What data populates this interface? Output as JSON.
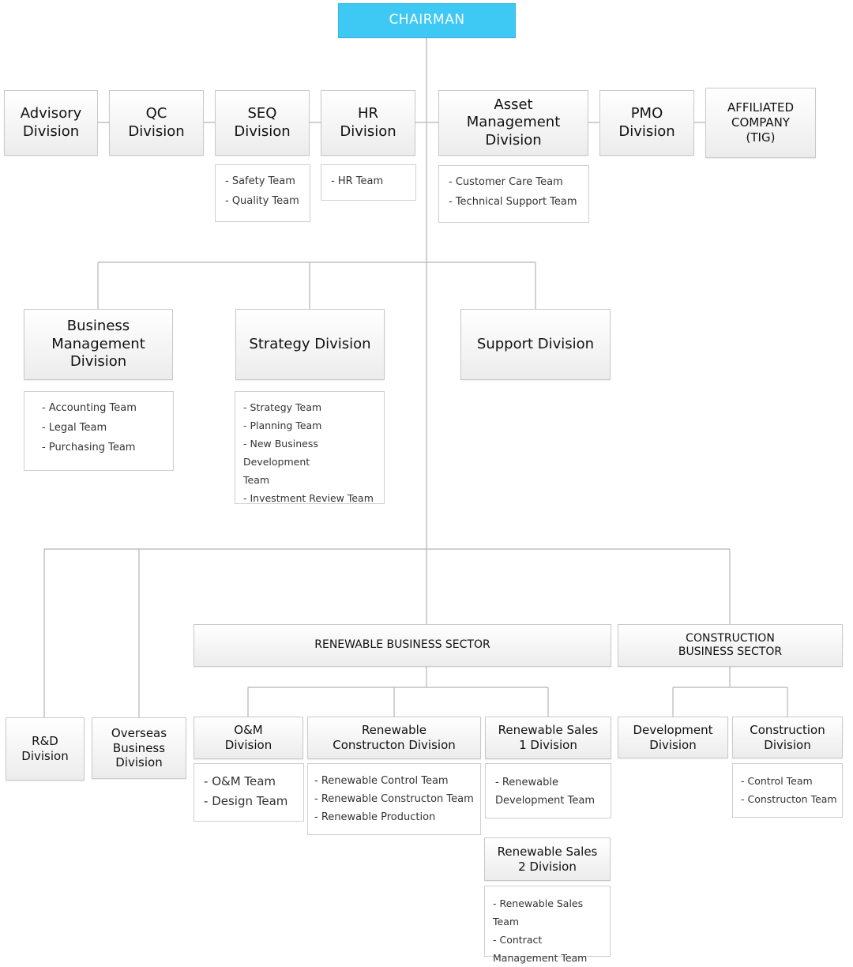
{
  "chairman": "CHAIRMAN",
  "top_row": {
    "advisory": "Advisory\nDivision",
    "qc": "QC\nDivision",
    "seq": "SEQ\nDivision",
    "hr": "HR\nDivision",
    "asset": "Asset\nManagement\nDivision",
    "pmo": "PMO\nDivision",
    "affiliated": "AFFILIATED\nCOMPANY\n(TIG)"
  },
  "seq_teams": [
    "Safety Team",
    "Quality Team"
  ],
  "hr_teams": [
    "HR Team"
  ],
  "asset_teams": [
    "Customer Care Team",
    "Technical Support Team"
  ],
  "mid_row": {
    "business": "Business\nManagement\nDivision",
    "strategy": "Strategy Division",
    "support": "Support Division"
  },
  "business_teams": [
    "Accounting Team",
    "Legal Team",
    "Purchasing Team"
  ],
  "strategy_teams": [
    "Strategy Team",
    "Planning Team",
    "New Business Development\nTeam",
    "Investment Review Team"
  ],
  "sectors": {
    "renewable": "RENEWABLE BUSINESS SECTOR",
    "construction": "CONSTRUCTION\nBUSINESS SECTOR"
  },
  "bottom_row": {
    "rd": "R&D\nDivision",
    "overseas": "Overseas\nBusiness\nDivision",
    "om": "O&M\nDivision",
    "renewable_construction": "Renewable\nConstructon Division",
    "sales1": "Renewable Sales\n1 Division",
    "sales2": "Renewable Sales\n2 Division",
    "development": "Development\nDivision",
    "construction": "Construction\nDivision"
  },
  "om_teams": [
    "O&M Team",
    "Design Team"
  ],
  "renewable_construction_teams": [
    "Renewable Control Team",
    "Renewable Constructon Team",
    "Renewable Production"
  ],
  "sales1_teams": [
    "Renewable\n  Development Team"
  ],
  "sales2_teams": [
    "Renewable Sales Team",
    "Contract\n  Management Team"
  ],
  "construction_teams": [
    "Control Team",
    "Constructon Team"
  ]
}
